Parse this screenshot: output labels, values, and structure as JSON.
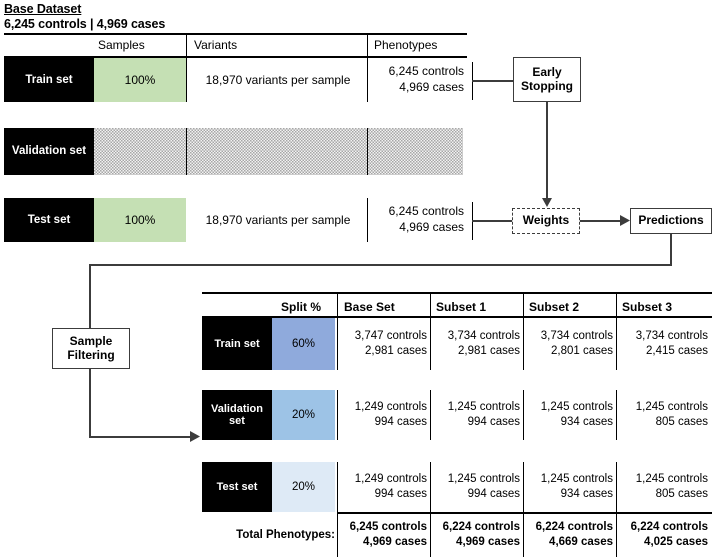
{
  "header": {
    "title": "Base Dataset",
    "subtitle": "6,245 controls | 4,969 cases"
  },
  "top_table": {
    "columns": [
      "Samples",
      "Variants",
      "Phenotypes"
    ],
    "rows": [
      {
        "label": "Train set",
        "samples": "100%",
        "variants": "18,970 variants per sample",
        "pheno_controls": "6,245 controls",
        "pheno_cases": "4,969 cases",
        "style": "green"
      },
      {
        "label": "Validation set",
        "samples": "",
        "variants": "",
        "pheno_controls": "",
        "pheno_cases": "",
        "style": "hatched"
      },
      {
        "label": "Test set",
        "samples": "100%",
        "variants": "18,970 variants per sample",
        "pheno_controls": "6,245 controls",
        "pheno_cases": "4,969 cases",
        "style": "green"
      }
    ]
  },
  "flow": {
    "early_stopping_line1": "Early",
    "early_stopping_line2": "Stopping",
    "weights": "Weights",
    "predictions": "Predictions",
    "sample_filtering_line1": "Sample",
    "sample_filtering_line2": "Filtering"
  },
  "bottom_table": {
    "columns": [
      "",
      "Split %",
      "Base Set",
      "Subset 1",
      "Subset  2",
      "Subset 3"
    ],
    "rows": [
      {
        "label": "Train set",
        "split": "60%",
        "split_color": "#8faadc",
        "cells": [
          {
            "controls": "3,747 controls",
            "cases": "2,981 cases"
          },
          {
            "controls": "3,734 controls",
            "cases": "2,981 cases"
          },
          {
            "controls": "3,734 controls",
            "cases": "2,801 cases"
          },
          {
            "controls": "3,734 controls",
            "cases": "2,415 cases"
          }
        ]
      },
      {
        "label": "Validation set",
        "split": "20%",
        "split_color": "#9dc3e6",
        "cells": [
          {
            "controls": "1,249 controls",
            "cases": "994 cases"
          },
          {
            "controls": "1,245 controls",
            "cases": "994 cases"
          },
          {
            "controls": "1,245 controls",
            "cases": "934 cases"
          },
          {
            "controls": "1,245 controls",
            "cases": "805 cases"
          }
        ]
      },
      {
        "label": "Test set",
        "split": "20%",
        "split_color": "#deeaf6",
        "cells": [
          {
            "controls": "1,249 controls",
            "cases": "994 cases"
          },
          {
            "controls": "1,245 controls",
            "cases": "994 cases"
          },
          {
            "controls": "1,245 controls",
            "cases": "934 cases"
          },
          {
            "controls": "1,245 controls",
            "cases": "805 cases"
          }
        ]
      }
    ],
    "total_label": "Total Phenotypes:",
    "totals": [
      {
        "controls": "6,245 controls",
        "cases": "4,969 cases"
      },
      {
        "controls": "6,224 controls",
        "cases": "4,969 cases"
      },
      {
        "controls": "6,224 controls",
        "cases": "4,669 cases"
      },
      {
        "controls": "6,224 controls",
        "cases": "4,025 cases"
      }
    ]
  },
  "colors": {
    "green": "#c5e0b4",
    "blue_dark": "#8faadc",
    "blue_mid": "#9dc3e6",
    "blue_light": "#deeaf6",
    "black": "#000000",
    "line": "#3c3c3c"
  }
}
